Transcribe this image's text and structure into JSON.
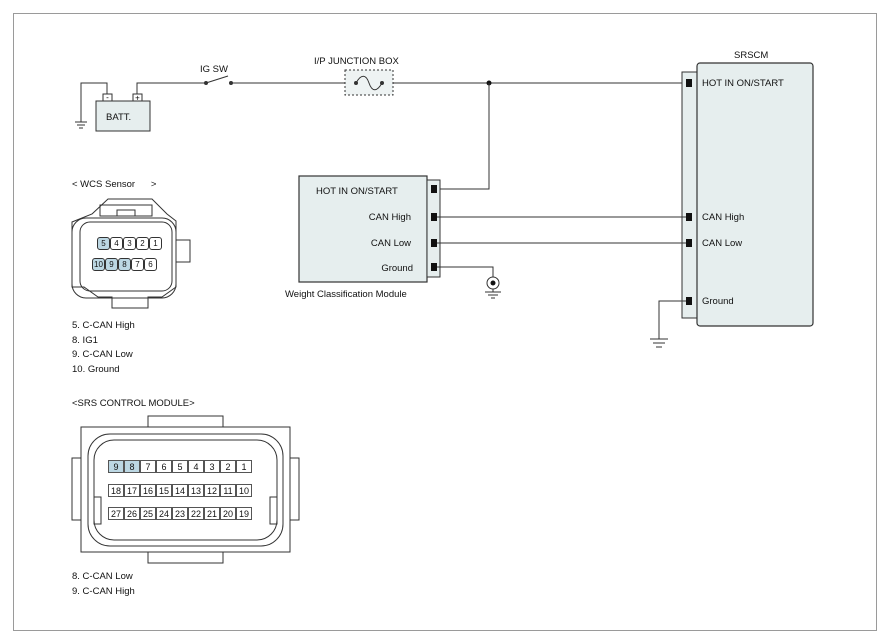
{
  "wiring": {
    "batt_label": "BATT.",
    "ig_sw_label": "IG SW",
    "junction_box_label": "I/P JUNCTION BOX",
    "srscm_title": "SRSCM",
    "srscm_pins": {
      "hot": "HOT IN ON/START",
      "can_high": "CAN High",
      "can_low": "CAN Low",
      "ground": "Ground"
    },
    "wcm_pins": {
      "hot": "HOT IN ON/START",
      "can_high": "CAN High",
      "can_low": "CAN Low",
      "ground": "Ground"
    },
    "wcm_caption": "Weight Classification Module"
  },
  "wcs_sensor": {
    "title": "< WCS Sensor      >",
    "row1": [
      "5",
      "4",
      "3",
      "2",
      "1"
    ],
    "row2": [
      "10",
      "9",
      "8",
      "7",
      "6"
    ],
    "pin_notes": [
      "5. C-CAN High",
      "8. IG1",
      "9. C-CAN Low",
      "10. Ground"
    ]
  },
  "srs_module": {
    "title": "<SRS CONTROL MODULE>",
    "row1": [
      "9",
      "8",
      "7",
      "6",
      "5",
      "4",
      "3",
      "2",
      "1"
    ],
    "row2": [
      "18",
      "17",
      "16",
      "15",
      "14",
      "13",
      "12",
      "11",
      "10"
    ],
    "row3": [
      "27",
      "26",
      "25",
      "24",
      "23",
      "22",
      "21",
      "20",
      "19"
    ],
    "highlighted": [
      "9",
      "8"
    ],
    "pin_notes": [
      "8. C-CAN Low",
      "9. C-CAN High"
    ]
  },
  "colors": {
    "module_fill": "#e6eeee",
    "pin_highlight": "#bcd7e3",
    "line": "#222222"
  }
}
